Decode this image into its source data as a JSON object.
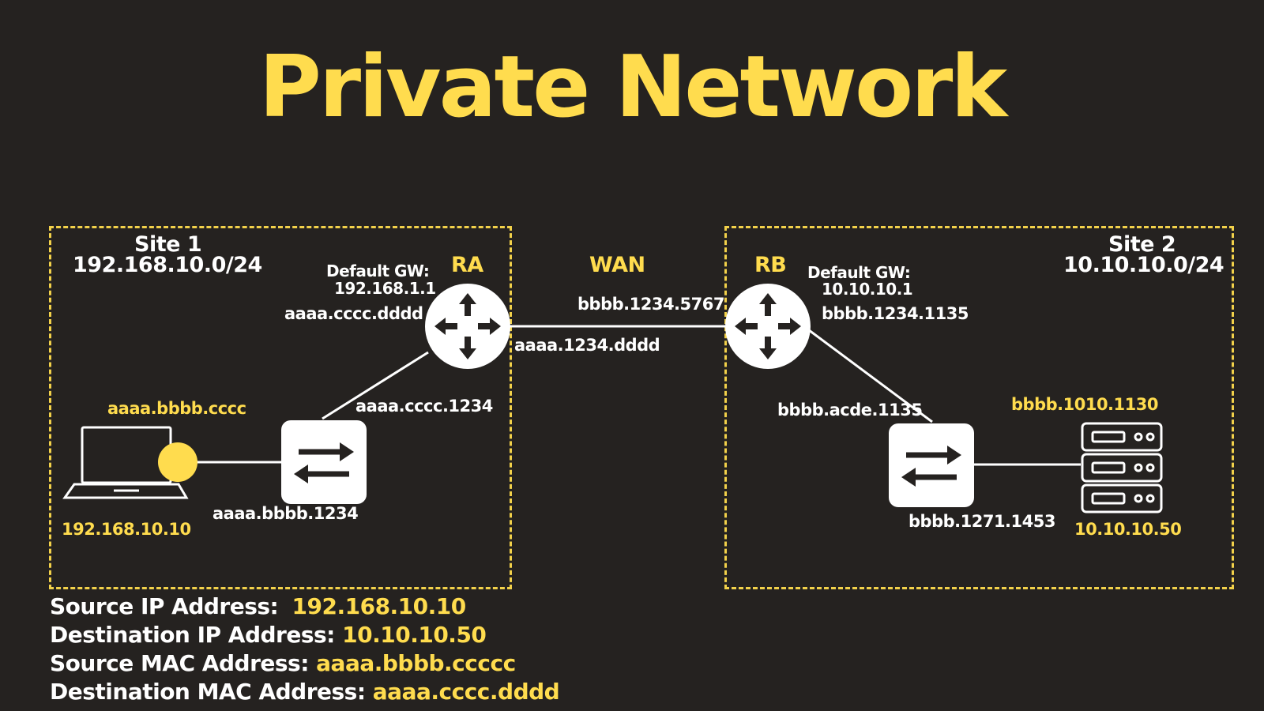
{
  "title": "Private Network",
  "colors": {
    "background": "#252220",
    "accent": "#FFDC4E",
    "text": "#FFFFFF"
  },
  "wan": {
    "label": "WAN",
    "ra_side_mac": "aaaa.1234.dddd",
    "rb_side_mac": "bbbb.1234.5767"
  },
  "site1": {
    "name": "Site 1",
    "subnet": "192.168.10.0/24",
    "router": {
      "name": "RA",
      "gw_label": "Default GW:",
      "gw_ip": "192.168.1.1",
      "lan_mac": "aaaa.cccc.dddd"
    },
    "switch": {
      "uplink_mac": "aaaa.cccc.1234",
      "port_mac": "aaaa.bbbb.1234",
      "icon": "switch-icon"
    },
    "host": {
      "mac": "aaaa.bbbb.cccc",
      "ip": "192.168.10.10",
      "icon": "laptop-icon"
    }
  },
  "site2": {
    "name": "Site 2",
    "subnet": "10.10.10.0/24",
    "router": {
      "name": "RB",
      "gw_label": "Default GW:",
      "gw_ip": "10.10.10.1",
      "lan_mac": "bbbb.1234.1135"
    },
    "switch": {
      "uplink_mac": "bbbb.acde.1135",
      "port_mac": "bbbb.1271.1453",
      "icon": "switch-icon"
    },
    "server": {
      "mac": "bbbb.1010.1130",
      "ip": "10.10.10.50",
      "icon": "server-icon"
    }
  },
  "packet": {
    "src_ip_label": "Source IP Address:",
    "src_ip": "192.168.10.10",
    "dst_ip_label": "Destination IP Address:",
    "dst_ip": "10.10.10.50",
    "src_mac_label": "Source MAC Address:",
    "src_mac": "aaaa.bbbb.ccccc",
    "dst_mac_label": "Destination MAC Address:",
    "dst_mac": "aaaa.cccc.dddd"
  }
}
